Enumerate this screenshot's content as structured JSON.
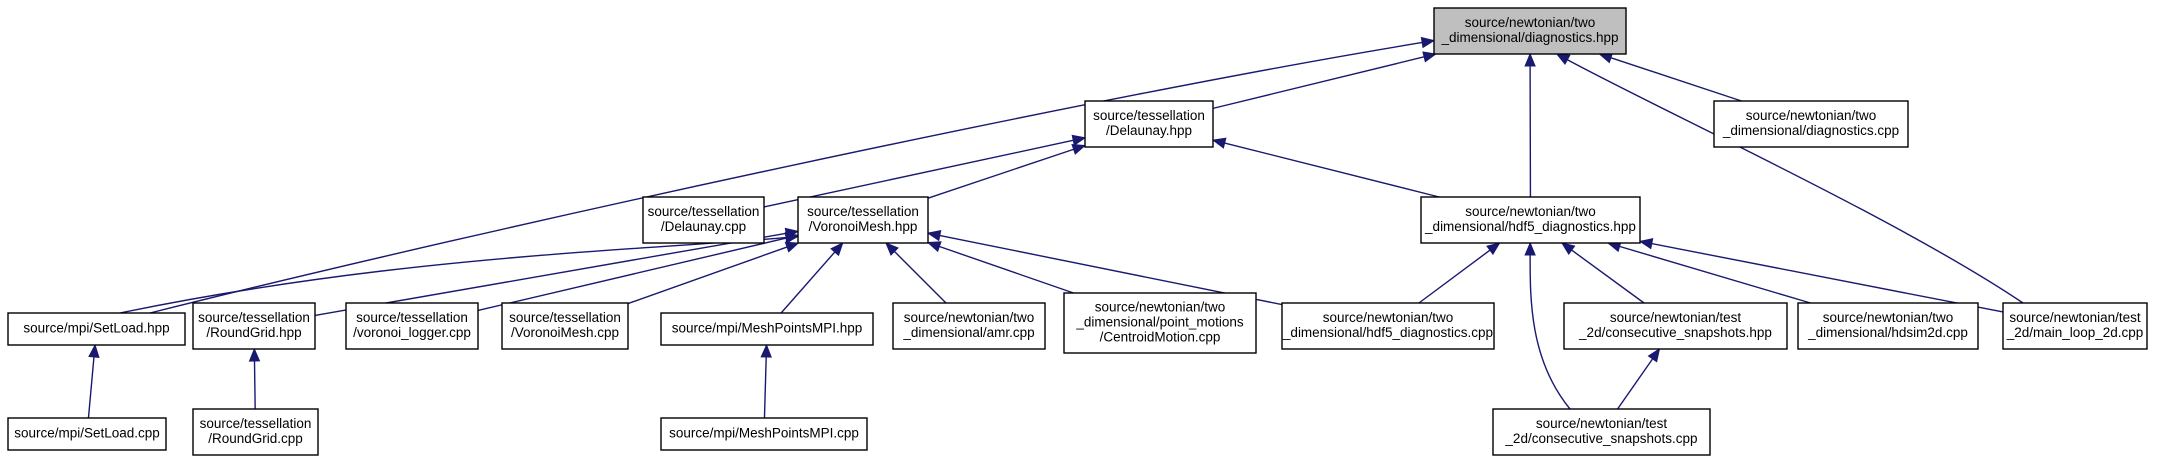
{
  "graph": {
    "root": "diagnostics_hpp",
    "nodes": [
      {
        "id": "diagnostics_hpp",
        "lines": [
          "source/newtonian/two",
          "_dimensional/diagnostics.hpp"
        ],
        "highlight": true
      },
      {
        "id": "delaunay_hpp",
        "lines": [
          "source/tessellation",
          "/Delaunay.hpp"
        ]
      },
      {
        "id": "diagnostics_cpp",
        "lines": [
          "source/newtonian/two",
          "_dimensional/diagnostics.cpp"
        ]
      },
      {
        "id": "delaunay_cpp",
        "lines": [
          "source/tessellation",
          "/Delaunay.cpp"
        ]
      },
      {
        "id": "voronoimesh_hpp",
        "lines": [
          "source/tessellation",
          "/VoronoiMesh.hpp"
        ]
      },
      {
        "id": "hdf5_diag_hpp",
        "lines": [
          "source/newtonian/two",
          "_dimensional/hdf5_diagnostics.hpp"
        ]
      },
      {
        "id": "setload_hpp",
        "lines": [
          "source/mpi/SetLoad.hpp"
        ]
      },
      {
        "id": "roundgrid_hpp",
        "lines": [
          "source/tessellation",
          "/RoundGrid.hpp"
        ]
      },
      {
        "id": "voronoi_logger_cpp",
        "lines": [
          "source/tessellation",
          "/voronoi_logger.cpp"
        ]
      },
      {
        "id": "voronoimesh_cpp",
        "lines": [
          "source/tessellation",
          "/VoronoiMesh.cpp"
        ]
      },
      {
        "id": "meshpointsmpi_hpp",
        "lines": [
          "source/mpi/MeshPointsMPI.hpp"
        ]
      },
      {
        "id": "amr_cpp",
        "lines": [
          "source/newtonian/two",
          "_dimensional/amr.cpp"
        ]
      },
      {
        "id": "centroidmotion_cpp",
        "lines": [
          "source/newtonian/two",
          "_dimensional/point_motions",
          "/CentroidMotion.cpp"
        ]
      },
      {
        "id": "hdf5_diag_cpp",
        "lines": [
          "source/newtonian/two",
          "_dimensional/hdf5_diagnostics.cpp"
        ]
      },
      {
        "id": "consec_hpp",
        "lines": [
          "source/newtonian/test",
          "_2d/consecutive_snapshots.hpp"
        ]
      },
      {
        "id": "hdsim2d_cpp",
        "lines": [
          "source/newtonian/two",
          "_dimensional/hdsim2d.cpp"
        ]
      },
      {
        "id": "main_loop_cpp",
        "lines": [
          "source/newtonian/test",
          "_2d/main_loop_2d.cpp"
        ]
      },
      {
        "id": "setload_cpp",
        "lines": [
          "source/mpi/SetLoad.cpp"
        ]
      },
      {
        "id": "roundgrid_cpp",
        "lines": [
          "source/tessellation",
          "/RoundGrid.cpp"
        ]
      },
      {
        "id": "meshpointsmpi_cpp",
        "lines": [
          "source/mpi/MeshPointsMPI.cpp"
        ]
      },
      {
        "id": "consec_cpp",
        "lines": [
          "source/newtonian/test",
          "_2d/consecutive_snapshots.cpp"
        ]
      }
    ],
    "edges": [
      {
        "from": "delaunay_hpp",
        "to": "diagnostics_hpp"
      },
      {
        "from": "diagnostics_cpp",
        "to": "diagnostics_hpp"
      },
      {
        "from": "hdf5_diag_hpp",
        "to": "diagnostics_hpp"
      },
      {
        "from": "setload_hpp",
        "to": "diagnostics_hpp"
      },
      {
        "from": "main_loop_cpp",
        "to": "diagnostics_hpp"
      },
      {
        "from": "delaunay_cpp",
        "to": "delaunay_hpp"
      },
      {
        "from": "voronoimesh_hpp",
        "to": "delaunay_hpp"
      },
      {
        "from": "hdf5_diag_hpp",
        "to": "delaunay_hpp"
      },
      {
        "from": "setload_hpp",
        "to": "voronoimesh_hpp"
      },
      {
        "from": "roundgrid_hpp",
        "to": "voronoimesh_hpp"
      },
      {
        "from": "voronoi_logger_cpp",
        "to": "voronoimesh_hpp"
      },
      {
        "from": "voronoimesh_cpp",
        "to": "voronoimesh_hpp"
      },
      {
        "from": "meshpointsmpi_hpp",
        "to": "voronoimesh_hpp"
      },
      {
        "from": "amr_cpp",
        "to": "voronoimesh_hpp"
      },
      {
        "from": "centroidmotion_cpp",
        "to": "voronoimesh_hpp"
      },
      {
        "from": "hdf5_diag_cpp",
        "to": "voronoimesh_hpp"
      },
      {
        "from": "hdf5_diag_cpp",
        "to": "hdf5_diag_hpp"
      },
      {
        "from": "consec_hpp",
        "to": "hdf5_diag_hpp"
      },
      {
        "from": "hdsim2d_cpp",
        "to": "hdf5_diag_hpp"
      },
      {
        "from": "main_loop_cpp",
        "to": "hdf5_diag_hpp"
      },
      {
        "from": "consec_cpp",
        "to": "hdf5_diag_hpp"
      },
      {
        "from": "setload_cpp",
        "to": "setload_hpp"
      },
      {
        "from": "roundgrid_cpp",
        "to": "roundgrid_hpp"
      },
      {
        "from": "meshpointsmpi_cpp",
        "to": "meshpointsmpi_hpp"
      },
      {
        "from": "consec_cpp",
        "to": "consec_hpp"
      }
    ]
  }
}
